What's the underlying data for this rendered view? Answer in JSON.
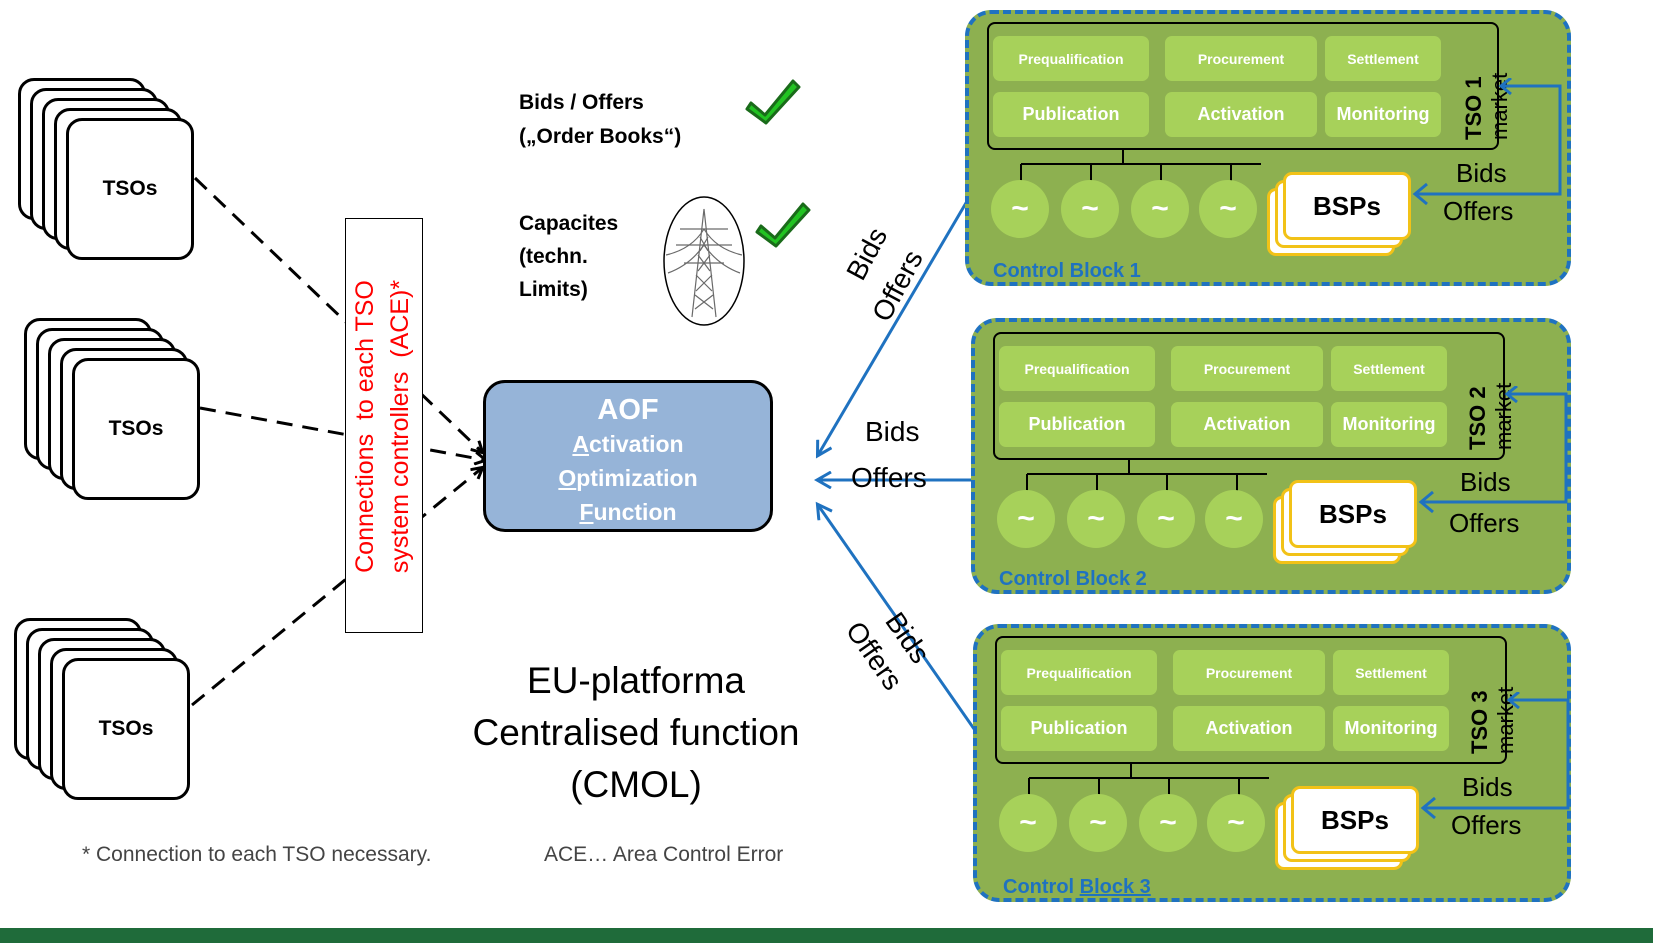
{
  "tso_groups": [
    {
      "label": "TSOs"
    },
    {
      "label": "TSOs"
    },
    {
      "label": "TSOs"
    }
  ],
  "connections_box": {
    "line1": "Connections  to each TSO",
    "line2": "system controllers  (ACE)*"
  },
  "aof": {
    "title": "AOF",
    "line1_initial": "A",
    "line1_rest": "ctivation",
    "line2_initial": "O",
    "line2_rest": "ptimization",
    "line3_initial": "F",
    "line3_rest": "unction"
  },
  "checklist": [
    {
      "line1": "Bids / Offers",
      "line2": "(„Order Books“)",
      "checked": true
    },
    {
      "line1": "Capacites",
      "line2": "(techn.",
      "line3": "Limits)",
      "checked": true
    }
  ],
  "platform": {
    "line1": "EU-platforma",
    "line2": "Centralised function",
    "line3": "(CMOL)"
  },
  "footnote": {
    "left": "* Connection to each TSO necessary.",
    "right": "ACE… Area Control Error"
  },
  "arrow_labels": {
    "bids": "Bids",
    "offers": "Offers"
  },
  "control_blocks": [
    {
      "label_a": "Control ",
      "label_b": "Block 1",
      "tso_bold": "TSO 1",
      "tso_rest": "market",
      "functions_row1": [
        "Prequalification",
        "Procurement",
        "Settlement"
      ],
      "functions_row2": [
        "Publication",
        "Activation",
        "Monitoring"
      ],
      "generators": [
        "~",
        "~",
        "~",
        "~"
      ],
      "bsp_label": "BSPs",
      "bids": "Bids",
      "offers": "Offers"
    },
    {
      "label_a": "Control ",
      "label_b": "Block 2",
      "tso_bold": "TSO 2",
      "tso_rest": "market",
      "functions_row1": [
        "Prequalification",
        "Procurement",
        "Settlement"
      ],
      "functions_row2": [
        "Publication",
        "Activation",
        "Monitoring"
      ],
      "generators": [
        "~",
        "~",
        "~",
        "~"
      ],
      "bsp_label": "BSPs",
      "bids": "Bids",
      "offers": "Offers"
    },
    {
      "label_a": "Control ",
      "label_b": "Block 3",
      "tso_bold": "TSO 3",
      "tso_rest": "market",
      "functions_row1": [
        "Prequalification",
        "Procurement",
        "Settlement"
      ],
      "functions_row2": [
        "Publication",
        "Activation",
        "Monitoring"
      ],
      "generators": [
        "~",
        "~",
        "~",
        "~"
      ],
      "bsp_label": "BSPs",
      "bids": "Bids",
      "offers": "Offers"
    }
  ],
  "colors": {
    "panel_green": "#8db050",
    "function_green": "#a7d15a",
    "accent_blue": "#1f72c0",
    "aof_fill": "#96b4d8",
    "connection_red": "#ff0000",
    "bsp_border": "#f2c217",
    "check_green": "#22c322",
    "footer_green": "#1f6b3a"
  },
  "icons": [
    "checkmark-icon",
    "transmission-tower-icon",
    "generator-icon"
  ]
}
